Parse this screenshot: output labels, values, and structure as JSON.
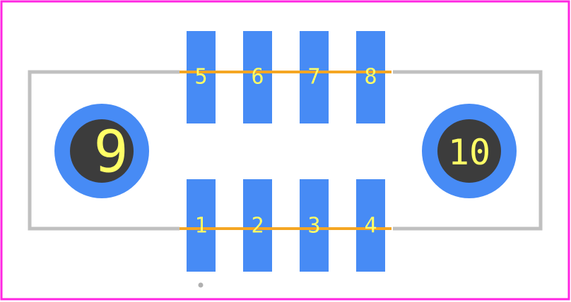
{
  "colors": {
    "courtyard": "#ff26e2",
    "silkscreen": "#c0c0c0",
    "pad": "#478bf5",
    "hole": "#3c3c3c",
    "label": "#ffff66",
    "trace": "#f5a623",
    "marker": "#b0b0b0"
  },
  "top_pads": [
    {
      "label": "5"
    },
    {
      "label": "6"
    },
    {
      "label": "7"
    },
    {
      "label": "8"
    }
  ],
  "bottom_pads": [
    {
      "label": "1"
    },
    {
      "label": "2"
    },
    {
      "label": "3"
    },
    {
      "label": "4"
    }
  ],
  "mount_holes": [
    {
      "label": "9"
    },
    {
      "label": "10"
    }
  ]
}
